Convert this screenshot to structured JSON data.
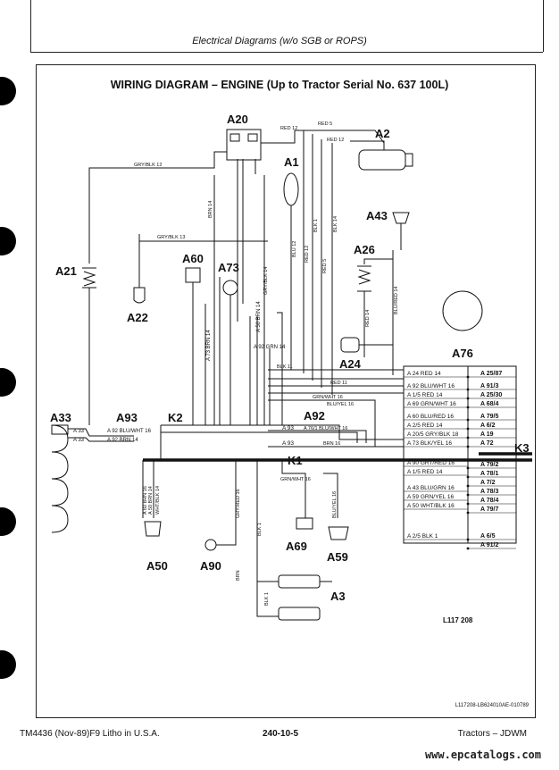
{
  "header": {
    "section_title": "Electrical Diagrams (w/o SGB or ROPS)"
  },
  "diagram": {
    "title": "WIRING DIAGRAM – ENGINE (Up to Tractor Serial No. 637 100L)",
    "ref_code": "L117 208",
    "bottom_ref": "L117208-LB624010AE-010789",
    "harness": [
      "K1",
      "K2",
      "K3"
    ],
    "components": {
      "A20": "A20",
      "A2": "A2",
      "A1": "A1",
      "A43": "A43",
      "A21": "A21",
      "A22": "A22",
      "A60": "A60",
      "A73": "A73",
      "A26": "A26",
      "A24": "A24",
      "A76": "A76",
      "A33": "A33",
      "A93": "A93",
      "A92": "A92",
      "A50": "A50",
      "A90": "A90",
      "A69": "A69",
      "A59": "A59",
      "A3": "A3"
    },
    "wire_labels": {
      "red5": "RED 5",
      "red12a": "RED 12",
      "red12b": "RED 12",
      "gryblk12": "GRY/BLK 12",
      "gryblk13": "GRY/BLK 13",
      "blu12": "BLU 12",
      "red12v": "RED 12",
      "blk1": "BLK 1",
      "red5v": "RED 5",
      "blk14": "BLK 14",
      "red14": "RED 14",
      "blu_red14": "BLU/RED 14",
      "brn14": "BRN 14",
      "gryblk14": "GRY/BLK 14",
      "a50brn": "A 50 BRN 14",
      "a92": "A 92 GRN 14",
      "a73": "A 73 BRN 14",
      "blk11": "BLK 11",
      "red11": "RED 11",
      "grnwht16": "GRN/WHT 16",
      "blu_yel16": "BLU/YEL 16",
      "a92_2": "A 92 BLU/WHT 16",
      "a76": "A 76/1 BLU/WHT 16",
      "brn16": "BRN 16",
      "a33a": "A 33",
      "a33b": "A 33",
      "a92c": "A 92 BLU/WHT 16",
      "a92d": "A 92 BRN 14",
      "a93": "A 93",
      "a93b": "A 93",
      "a60v": "A 60 BRN 16",
      "a50v": "A 50 BRN 14",
      "whtblk": "WHT/BLK 14",
      "gryred": "GRY/RED 16",
      "blk_v": "BLK 1",
      "grnwht_v": "GRN/WHT 16",
      "blu_yel_v": "BLU/YEL 16",
      "brn_v": "BRN",
      "blk_a3": "BLK 1"
    },
    "terminal_left": [
      "A 24 RED 14",
      "A 92 BLU/WHT 16",
      "A 1/5 RED 14",
      "A 69 GRN/WHT 16",
      "A 60 BLU/RED 16",
      "A 2/5 RED 14",
      "A 20/5 GRY/BLK 18",
      "A 73 BLK/YEL 16",
      "A 90 GRT/RED 16",
      "A 1/5 RED 14",
      "A 43 BLU/GRN 16",
      "A 59 GRN/YEL 16",
      "A 50 WHT/BLK 16",
      "A 2/5 BLK 1"
    ],
    "terminal_right": [
      "A 25/87",
      "A 91/3",
      "A 25/30",
      "A 68/4",
      "A 79/5",
      "A 6/2",
      "A 19",
      "A 72",
      "A 79/2",
      "A 78/1",
      "A 7/2",
      "A 78/3",
      "A 78/4",
      "A 79/7",
      "A 6/5",
      "A 91/2"
    ]
  },
  "footer": {
    "left": "TM4436 (Nov-89)F9 Litho in U.S.A.",
    "center": "240-10-5",
    "right": "Tractors – JDWM",
    "brand": "www.epcatalogs.com"
  }
}
